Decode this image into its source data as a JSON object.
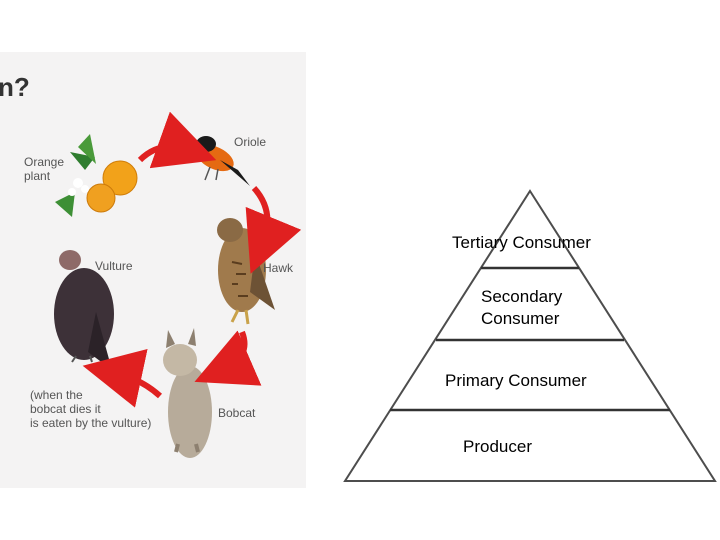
{
  "food_chain": {
    "heading_fragment": "n?",
    "labels": {
      "orange_plant": "Orange\nplant",
      "oriole": "Oriole",
      "hawk": "Hawk",
      "bobcat": "Bobcat",
      "vulture": "Vulture",
      "note": "(when the\nbobcat dies it\nis eaten by the vulture)"
    },
    "arrow_color": "#e02020"
  },
  "pyramid": {
    "levels": [
      {
        "label": "Tertiary Consumer"
      },
      {
        "label": "Secondary\nConsumer"
      },
      {
        "label": "Primary Consumer"
      },
      {
        "label": "Producer"
      }
    ]
  }
}
